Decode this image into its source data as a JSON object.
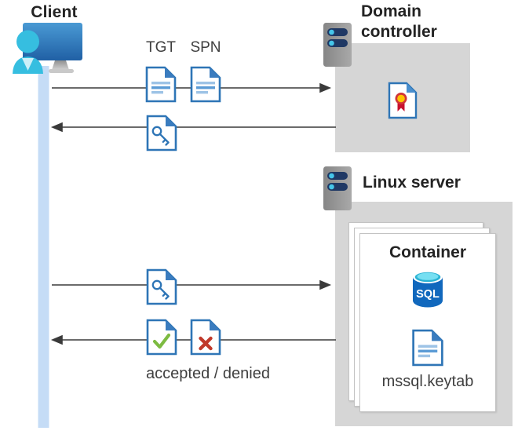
{
  "client": {
    "label": "Client"
  },
  "tickets": {
    "tgt_label": "TGT",
    "spn_label": "SPN"
  },
  "domain_controller": {
    "label_line1": "Domain",
    "label_line2": "controller"
  },
  "linux_server": {
    "label": "Linux server"
  },
  "container": {
    "title": "Container",
    "sql_label": "SQL",
    "keytab_label": "mssql.keytab"
  },
  "captions": {
    "accepted_denied": "accepted / denied"
  },
  "colors": {
    "document_blue": "#2E75B6",
    "document_fold_blue": "#3A7CBF",
    "doc_line_light": "#9DC3E6",
    "doc_line_mid": "#5B9BD5",
    "accepted_green": "#7DBB42",
    "denied_red": "#C0392B",
    "certificate_red": "#D13438",
    "certificate_yellow": "#FFC400",
    "sql_blue": "#1168BD",
    "sql_cyan": "#49CDE9",
    "server_navy": "#1F3864",
    "server_cyan": "#45C6EA",
    "gray_box": "#D6D6D6",
    "lifeline_blue": "#C5DCF6",
    "arrow_gray": "#3A3A3A",
    "client_cyan": "#36BEE0",
    "monitor_blue_top": "#4A9AD4",
    "monitor_blue_bottom": "#2060A5"
  }
}
